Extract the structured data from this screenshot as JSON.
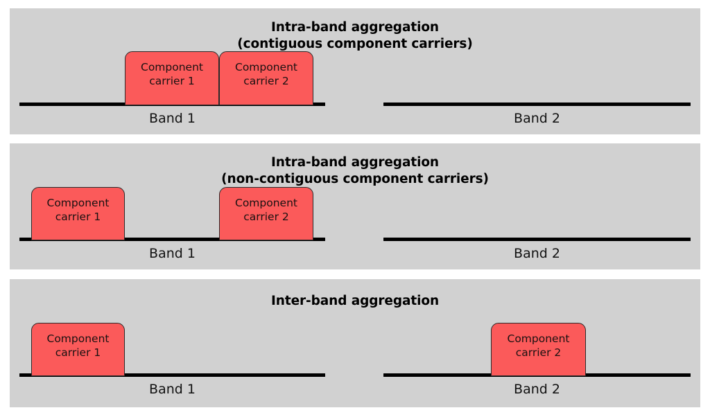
{
  "figure": {
    "background": "#ffffff",
    "panel_background": "#d1d1d1",
    "carrier_color": "#fb5a5a",
    "carrier_border_color": "#2a2a2a",
    "band_line_color": "#000000",
    "text_color": "#000000"
  },
  "panels": [
    {
      "id": "intra-band-contiguous",
      "title_line1": "Intra-band aggregation",
      "title_line2": "(contiguous component carriers)",
      "bands": [
        {
          "id": "band-1",
          "label": "Band 1"
        },
        {
          "id": "band-2",
          "label": "Band 2"
        }
      ],
      "carriers": [
        {
          "id": "carrier-1",
          "line1": "Component",
          "line2": "carrier 1",
          "band": "Band 1"
        },
        {
          "id": "carrier-2",
          "line1": "Component",
          "line2": "carrier 2",
          "band": "Band 1"
        }
      ]
    },
    {
      "id": "intra-band-non-contiguous",
      "title_line1": "Intra-band aggregation",
      "title_line2": "(non-contiguous component carriers)",
      "bands": [
        {
          "id": "band-1",
          "label": "Band 1"
        },
        {
          "id": "band-2",
          "label": "Band 2"
        }
      ],
      "carriers": [
        {
          "id": "carrier-1",
          "line1": "Component",
          "line2": "carrier 1",
          "band": "Band 1"
        },
        {
          "id": "carrier-2",
          "line1": "Component",
          "line2": "carrier 2",
          "band": "Band 1"
        }
      ]
    },
    {
      "id": "inter-band",
      "title_line1": "Inter-band aggregation",
      "title_line2": "",
      "bands": [
        {
          "id": "band-1",
          "label": "Band 1"
        },
        {
          "id": "band-2",
          "label": "Band 2"
        }
      ],
      "carriers": [
        {
          "id": "carrier-1",
          "line1": "Component",
          "line2": "carrier 1",
          "band": "Band 1"
        },
        {
          "id": "carrier-2",
          "line1": "Component",
          "line2": "carrier 2",
          "band": "Band 2"
        }
      ]
    }
  ]
}
